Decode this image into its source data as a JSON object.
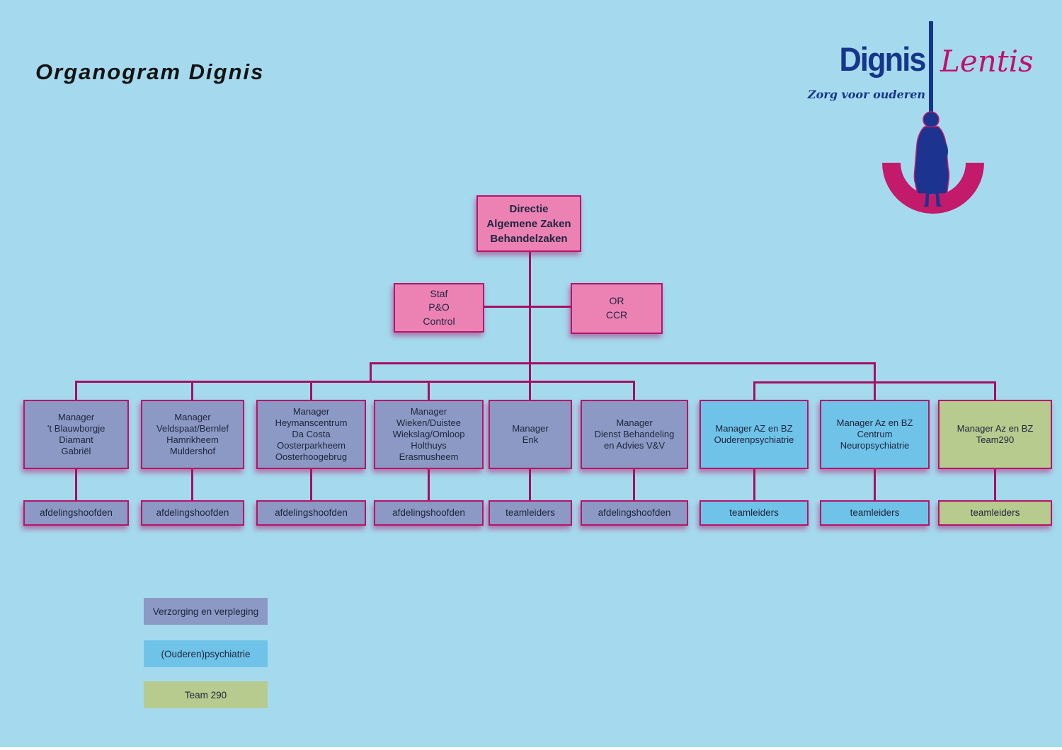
{
  "title": "Organogram Dignis",
  "logo": {
    "brand_left": "Dignis",
    "brand_right": "Lentis",
    "tagline": "Zorg voor ouderen",
    "icon": "elderly-person-over-smile-arc"
  },
  "colors": {
    "background": "#a5daee",
    "directie_pink": "#ec82b4",
    "verzorging_slate": "#8b99c4",
    "psychiatrie_blue": "#6fc3e8",
    "team290_green": "#b6cb8d",
    "connector_magenta": "#a50f63",
    "logo_navy": "#16368b",
    "logo_magenta": "#c40e6d"
  },
  "chart": {
    "root": {
      "label": "Directie\nAlgemene Zaken\nBehandelzaken"
    },
    "staff_box": {
      "label": "Staf\nP&O\nControl"
    },
    "council_box": {
      "label": "OR\nCCR"
    },
    "managers": [
      {
        "label": "Manager\n’t Blauwborgje\nDiamant\nGabriël",
        "sub": "afdelingshoofden"
      },
      {
        "label": "Manager\nVeldspaat/Bernlef\nHamrikheem\nMuldershof",
        "sub": "afdelingshoofden"
      },
      {
        "label": "Manager\nHeymanscentrum\nDa Costa\nOosterparkheem\nOosterhoogebrug",
        "sub": "afdelingshoofden"
      },
      {
        "label": "Manager\nWieken/Duistee\nWiekslag/Omloop\nHolthuys\nErasmusheem",
        "sub": "afdelingshoofden"
      },
      {
        "label": "Manager\nEnk",
        "sub": "teamleiders"
      },
      {
        "label": "Manager\nDienst Behandeling\nen Advies V&V",
        "sub": "afdelingshoofden"
      },
      {
        "label": "Manager AZ en BZ\nOuderenpsychiatrie",
        "sub": "teamleiders"
      },
      {
        "label": "Manager Az en BZ\nCentrum\nNeuropsychiatrie",
        "sub": "teamleiders"
      },
      {
        "label": "Manager Az en BZ\nTeam290",
        "sub": "teamleiders"
      }
    ],
    "legend": [
      {
        "label": "Verzorging en verpleging"
      },
      {
        "label": "(Ouderen)psychiatrie"
      },
      {
        "label": "Team 290"
      }
    ]
  }
}
